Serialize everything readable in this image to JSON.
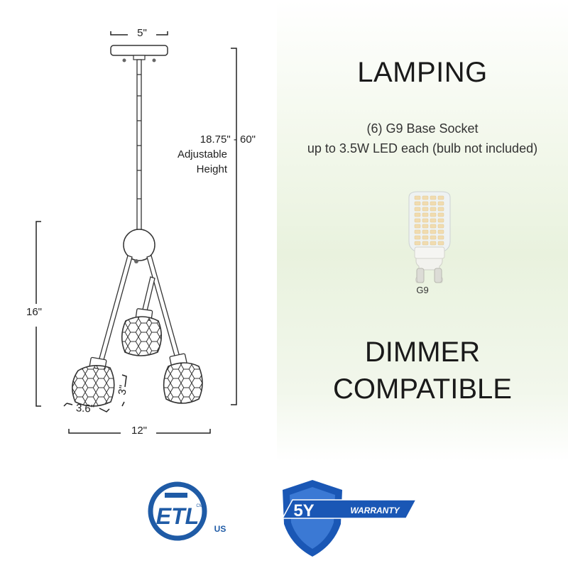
{
  "dimensions": {
    "canopy_width": "5\"",
    "height_line1": "18.75\" - 60\"",
    "height_line2": "Adjustable",
    "height_line3": "Height",
    "fixture_height": "16\"",
    "shade_width": "3.6\"",
    "shade_height": "3\"",
    "fixture_width": "12\""
  },
  "lamping": {
    "title": "LAMPING",
    "socket_line1": "(6) G9 Base Socket",
    "socket_line2": "up to 3.5W LED each (bulb not included)",
    "bulb_label": "G9"
  },
  "dimmer": {
    "line1": "DIMMER",
    "line2": "COMPATIBLE"
  },
  "badges": {
    "etl_text": "ETL",
    "etl_cm": "CM",
    "etl_us": "US",
    "warranty_years": "5Y",
    "warranty_text": "WARRANTY",
    "etl_color": "#1f5ba6",
    "warranty_color": "#1a57b5"
  }
}
